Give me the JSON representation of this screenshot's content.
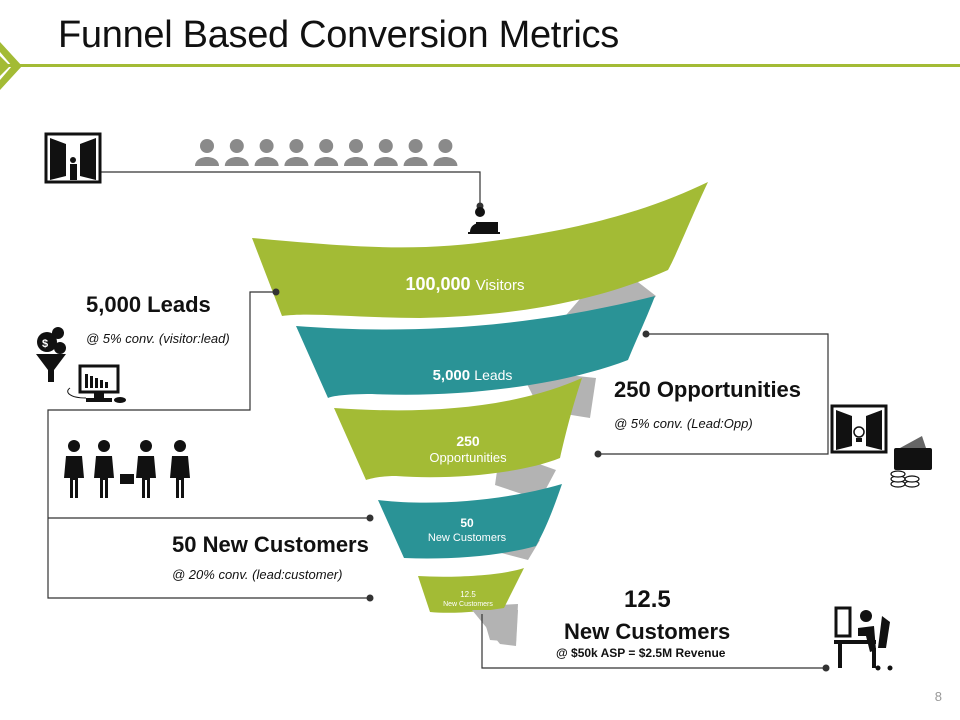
{
  "title": "Funnel Based Conversion Metrics",
  "page_number": "8",
  "colors": {
    "green": "#a3bb35",
    "teal": "#2a9396",
    "gray": "#b0b0b0",
    "dark": "#222222"
  },
  "funnel": [
    {
      "value": "100,000",
      "label": "Visitors"
    },
    {
      "value": "5,000",
      "label": "Leads"
    },
    {
      "value": "250",
      "label": "Opportunities"
    },
    {
      "value": "50",
      "label": "New Customers"
    },
    {
      "value": "12.5",
      "label": "New Customers"
    }
  ],
  "callouts": {
    "leads": {
      "heading": "5,000 Leads",
      "note": "@ 5% conv. (visitor:lead)"
    },
    "opportunities": {
      "heading": "250 Opportunities",
      "note": "@ 5% conv. (Lead:Opp)"
    },
    "new_customers": {
      "heading": "50 New Customers",
      "note": "@ 20% conv. (lead:customer)"
    },
    "final": {
      "value": "12.5",
      "heading": "New Customers",
      "note": "@ $50k ASP = $2.5M Revenue"
    }
  },
  "icons": [
    "door-person-icon",
    "crowd-icon",
    "laptop-user-icon",
    "money-funnel-icon",
    "monitor-icon",
    "team-icon",
    "door-idea-icon",
    "wallet-coins-icon",
    "desk-worker-icon"
  ]
}
